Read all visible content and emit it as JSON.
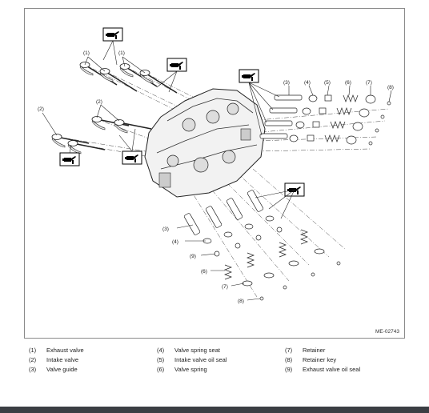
{
  "figure_id": "ME-02743",
  "callouts": {
    "c1": "(1)",
    "c2": "(2)",
    "c3": "(3)",
    "c4": "(4)",
    "c5": "(5)",
    "c6": "(6)",
    "c7": "(7)",
    "c8": "(8)",
    "c9": "(9)"
  },
  "legend": [
    {
      "num": "(1)",
      "label": "Exhaust valve"
    },
    {
      "num": "(2)",
      "label": "Intake valve"
    },
    {
      "num": "(3)",
      "label": "Valve guide"
    },
    {
      "num": "(4)",
      "label": "Valve spring seat"
    },
    {
      "num": "(5)",
      "label": "Intake valve oil seal"
    },
    {
      "num": "(6)",
      "label": "Valve spring"
    },
    {
      "num": "(7)",
      "label": "Retainer"
    },
    {
      "num": "(8)",
      "label": "Retainer key"
    },
    {
      "num": "(9)",
      "label": "Exhaust valve oil seal"
    }
  ],
  "icons": [
    "oil-can-icon"
  ]
}
